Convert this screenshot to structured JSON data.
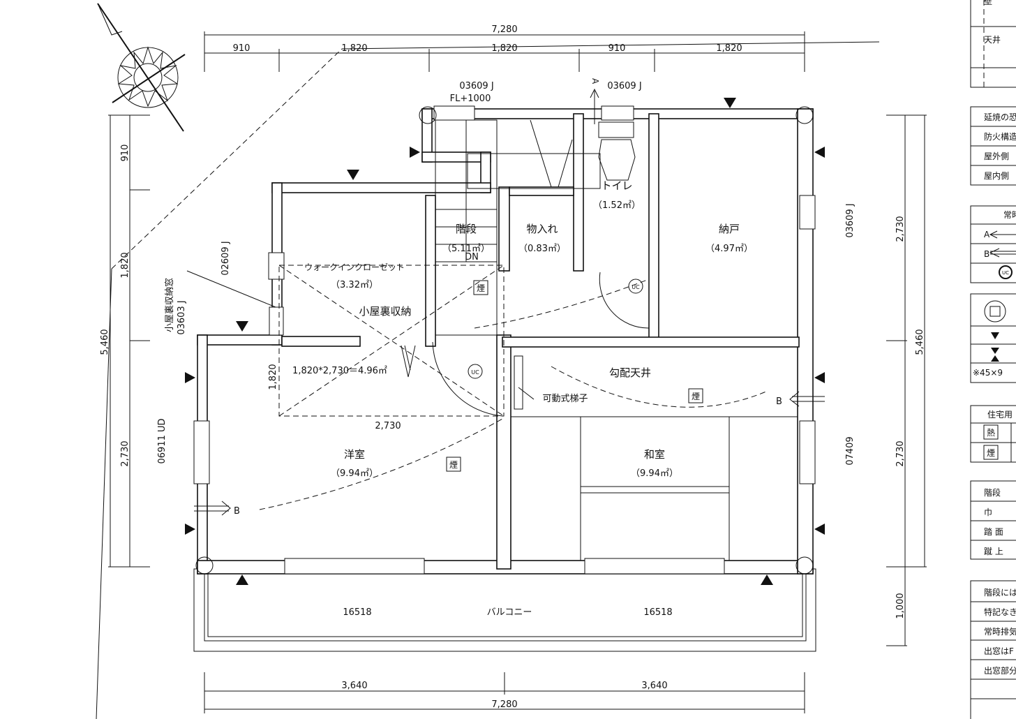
{
  "dimensions": {
    "top_total": "7,280",
    "top_segments": [
      "910",
      "1,820",
      "1,820",
      "910",
      "1,820"
    ],
    "bottom_segments": [
      "3,640",
      "3,640"
    ],
    "bottom_total": "7,280",
    "left_total": "5,460",
    "left_segments": [
      "910",
      "1,820",
      "2,730"
    ],
    "right_total": "5,460",
    "right_segments": [
      "2,730",
      "2,730",
      "1,000"
    ],
    "attic_w": "2,730",
    "attic_h": "1,820"
  },
  "windows": {
    "stair_top": "03609 J",
    "stair_fl": "FL+1000",
    "toilet_top": "03609 J",
    "nando_right": "03609 J",
    "walkin_left": "02609 J",
    "attic_window_name": "小屋裏収納窓",
    "attic_window_code": "03603  J",
    "western_left": "06911 UD",
    "japanese_right": "07409",
    "balcony_left": "16518",
    "balcony_right": "16518"
  },
  "rooms": {
    "stairs": {
      "name": "階段",
      "area": "（5.11㎡）",
      "dn": "DN"
    },
    "storage": {
      "name": "物入れ",
      "area": "（0.83㎡）"
    },
    "toilet": {
      "name": "トイレ",
      "area": "（1.52㎡）"
    },
    "nando": {
      "name": "納戸",
      "area": "（4.97㎡）"
    },
    "walkin": {
      "name": "ウォークインクローゼット",
      "area": "（3.32㎡）"
    },
    "attic": {
      "name": "小屋裏収納",
      "calc": "1,820*2,730＝4.96㎡"
    },
    "slope_ceiling": "勾配天井",
    "ladder": "可動式梯子",
    "western": {
      "name": "洋室",
      "area": "（9.94㎡）"
    },
    "japanese": {
      "name": "和室",
      "area": "（9.94㎡）"
    },
    "balcony": "バルコニー"
  },
  "markers": {
    "a": "A",
    "b": "B",
    "uc": "UC",
    "smoke": "煙",
    "heat": "熱"
  },
  "side_tables": {
    "t1": [
      "壁",
      "天井"
    ],
    "t2": [
      "延焼の恐",
      "防火構造",
      "屋外側",
      "屋内側"
    ],
    "t3": [
      "常時",
      "A",
      "B"
    ],
    "t4_note": "※45×9",
    "t5": [
      "住宅用"
    ],
    "t6": [
      "階段",
      "巾",
      "踏 面",
      "蹴 上"
    ],
    "t7": [
      "階段には",
      "特記なき",
      "常時排気",
      "出窓はF",
      "出窓部分"
    ]
  }
}
